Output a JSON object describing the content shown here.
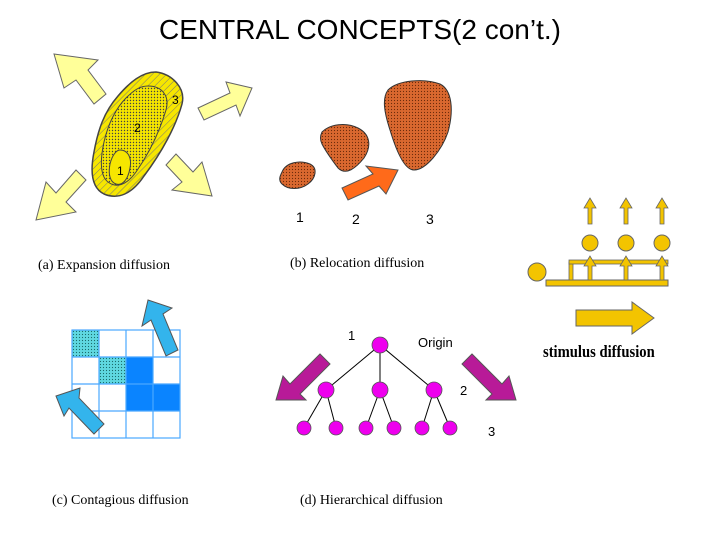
{
  "title": "CENTRAL CONCEPTS(2 con’t.)",
  "panels": {
    "expansion": {
      "caption": "(a) Expansion diffusion",
      "labels": [
        "1",
        "2",
        "3"
      ]
    },
    "relocation": {
      "caption": "(b) Relocation diffusion",
      "labels": [
        "1",
        "2",
        "3"
      ]
    },
    "contagious": {
      "caption": "(c) Contagious diffusion"
    },
    "hierarchical": {
      "caption": "(d) Hierarchical diffusion",
      "origin_label": "Origin",
      "labels": [
        "1",
        "2",
        "3"
      ]
    },
    "stimulus": {
      "caption": "stimulus diffusion"
    }
  },
  "colors": {
    "expansion_fill": "#f6e600",
    "expansion_arrow": "#ffff99",
    "relocation_fill": "#d9682f",
    "relocation_arrow": "#ff6a1a",
    "contagious_arrow": "#33b4ec",
    "contagious_dark": "#0a84ff",
    "contagious_light": "#5fd8e0",
    "hierarchy_node": "#ee00ee",
    "hierarchy_arrow": "#b81a98",
    "stimulus": "#f3c400"
  }
}
